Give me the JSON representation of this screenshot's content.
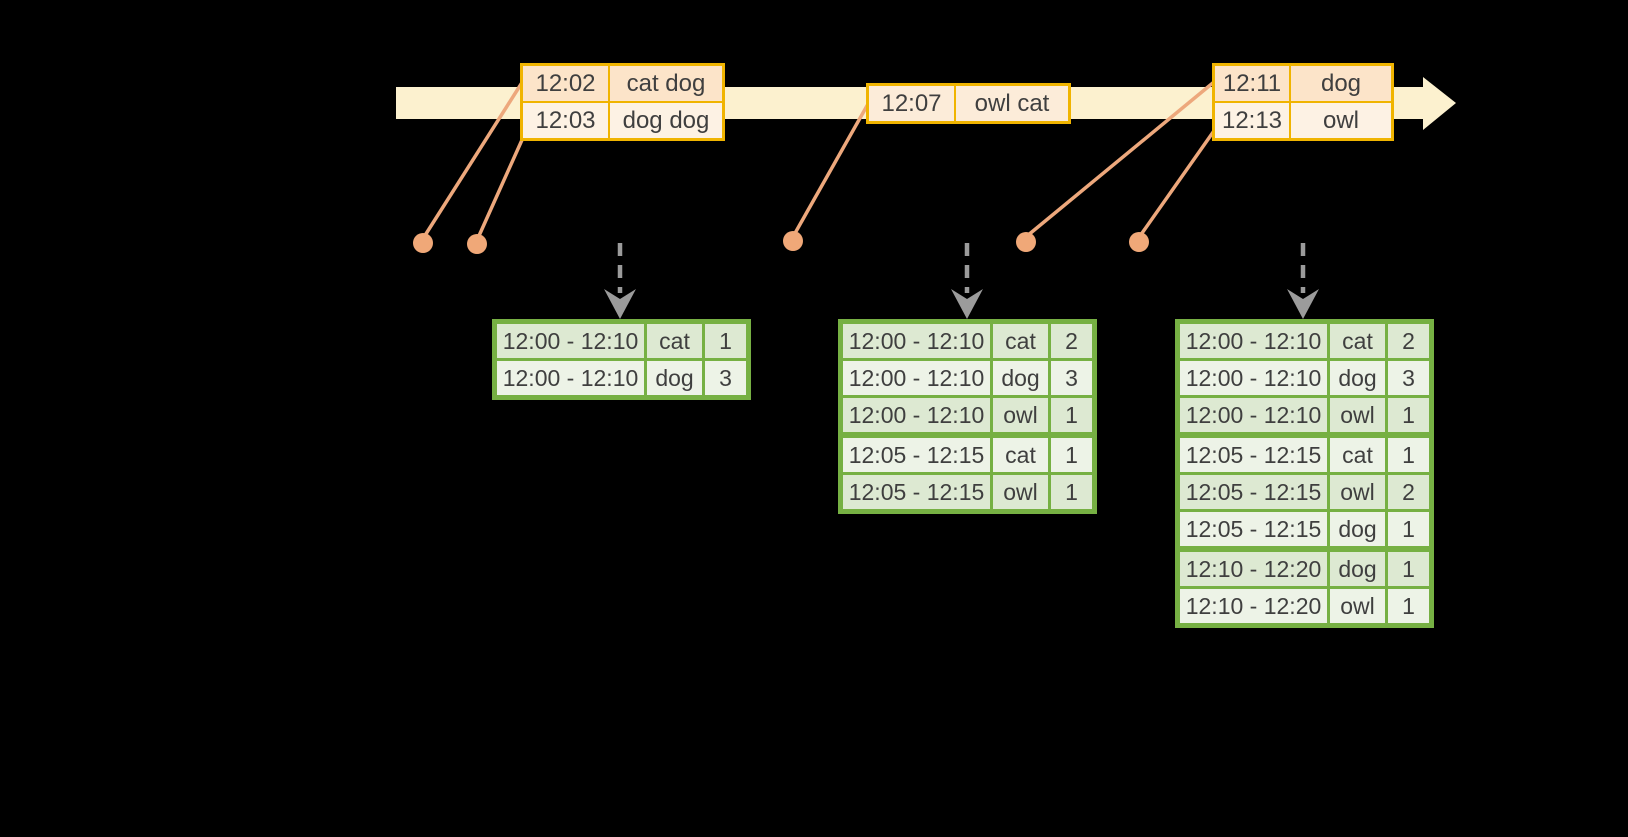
{
  "diagram": {
    "title": "windowed-grouped-aggregation-timeline",
    "colors": {
      "timeline_band": "#fcf1cf",
      "event_border": "#f0b400",
      "event_fill_dark": "#fce4c9",
      "event_fill_light": "#fdf2e4",
      "event_fill_single": "#fcecd9",
      "connector": "#eda87c",
      "dot": "#f0a878",
      "table_border": "#76b043",
      "cell_dark": "#dde9d2",
      "cell_light": "#edf3e7",
      "arrow_gray": "#9b9b9b",
      "text": "#3f3f3f"
    },
    "timeline_events": [
      {
        "rows": [
          {
            "time": "12:02",
            "words": "cat dog"
          },
          {
            "time": "12:03",
            "words": "dog dog"
          }
        ]
      },
      {
        "rows": [
          {
            "time": "12:07",
            "words": "owl cat"
          }
        ]
      },
      {
        "rows": [
          {
            "time": "12:11",
            "words": "dog"
          },
          {
            "time": "12:13",
            "words": "owl"
          }
        ]
      }
    ],
    "result_tables": [
      {
        "rows": [
          {
            "window": "12:00 - 12:10",
            "word": "cat",
            "count": "1"
          },
          {
            "window": "12:00 - 12:10",
            "word": "dog",
            "count": "3"
          }
        ]
      },
      {
        "rows": [
          {
            "window": "12:00 - 12:10",
            "word": "cat",
            "count": "2"
          },
          {
            "window": "12:00 - 12:10",
            "word": "dog",
            "count": "3"
          },
          {
            "window": "12:00 - 12:10",
            "word": "owl",
            "count": "1"
          },
          {
            "window": "12:05 - 12:15",
            "word": "cat",
            "count": "1"
          },
          {
            "window": "12:05 - 12:15",
            "word": "owl",
            "count": "1"
          }
        ]
      },
      {
        "rows": [
          {
            "window": "12:00 - 12:10",
            "word": "cat",
            "count": "2"
          },
          {
            "window": "12:00 - 12:10",
            "word": "dog",
            "count": "3"
          },
          {
            "window": "12:00 - 12:10",
            "word": "owl",
            "count": "1"
          },
          {
            "window": "12:05 - 12:15",
            "word": "cat",
            "count": "1"
          },
          {
            "window": "12:05 - 12:15",
            "word": "owl",
            "count": "2"
          },
          {
            "window": "12:05 - 12:15",
            "word": "dog",
            "count": "1"
          },
          {
            "window": "12:10 - 12:20",
            "word": "dog",
            "count": "1"
          },
          {
            "window": "12:10 - 12:20",
            "word": "owl",
            "count": "1"
          }
        ]
      }
    ]
  }
}
